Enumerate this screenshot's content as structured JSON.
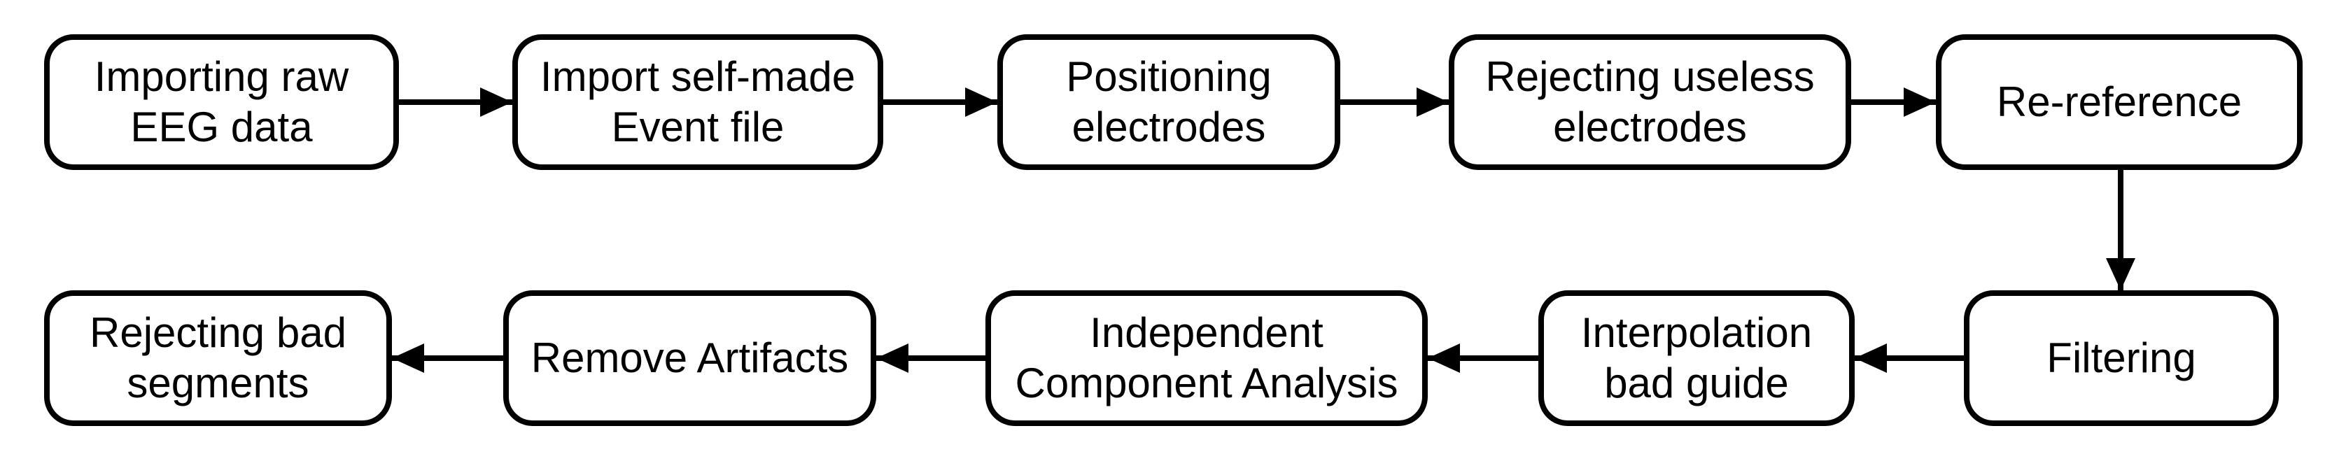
{
  "flowchart": {
    "nodes": [
      {
        "id": "importing-raw-eeg-data",
        "label": "Importing raw\nEEG data"
      },
      {
        "id": "import-self-made-event-file",
        "label": "Import self-made\nEvent file"
      },
      {
        "id": "positioning-electrodes",
        "label": "Positioning\nelectrodes"
      },
      {
        "id": "rejecting-useless-electrodes",
        "label": "Rejecting useless\nelectrodes"
      },
      {
        "id": "re-reference",
        "label": "Re-reference"
      },
      {
        "id": "filtering",
        "label": "Filtering"
      },
      {
        "id": "interpolation-bad-guide",
        "label": "Interpolation\nbad guide"
      },
      {
        "id": "independent-component-analysis",
        "label": "Independent\nComponent Analysis"
      },
      {
        "id": "remove-artifacts",
        "label": "Remove Artifacts"
      },
      {
        "id": "rejecting-bad-segments",
        "label": "Rejecting bad\nsegments"
      }
    ],
    "edges": [
      {
        "from": "importing-raw-eeg-data",
        "to": "import-self-made-event-file"
      },
      {
        "from": "import-self-made-event-file",
        "to": "positioning-electrodes"
      },
      {
        "from": "positioning-electrodes",
        "to": "rejecting-useless-electrodes"
      },
      {
        "from": "rejecting-useless-electrodes",
        "to": "re-reference"
      },
      {
        "from": "re-reference",
        "to": "filtering"
      },
      {
        "from": "filtering",
        "to": "interpolation-bad-guide"
      },
      {
        "from": "interpolation-bad-guide",
        "to": "independent-component-analysis"
      },
      {
        "from": "independent-component-analysis",
        "to": "remove-artifacts"
      },
      {
        "from": "remove-artifacts",
        "to": "rejecting-bad-segments"
      }
    ],
    "colors": {
      "stroke": "#000000",
      "fill": "#ffffff",
      "text": "#000000"
    }
  }
}
